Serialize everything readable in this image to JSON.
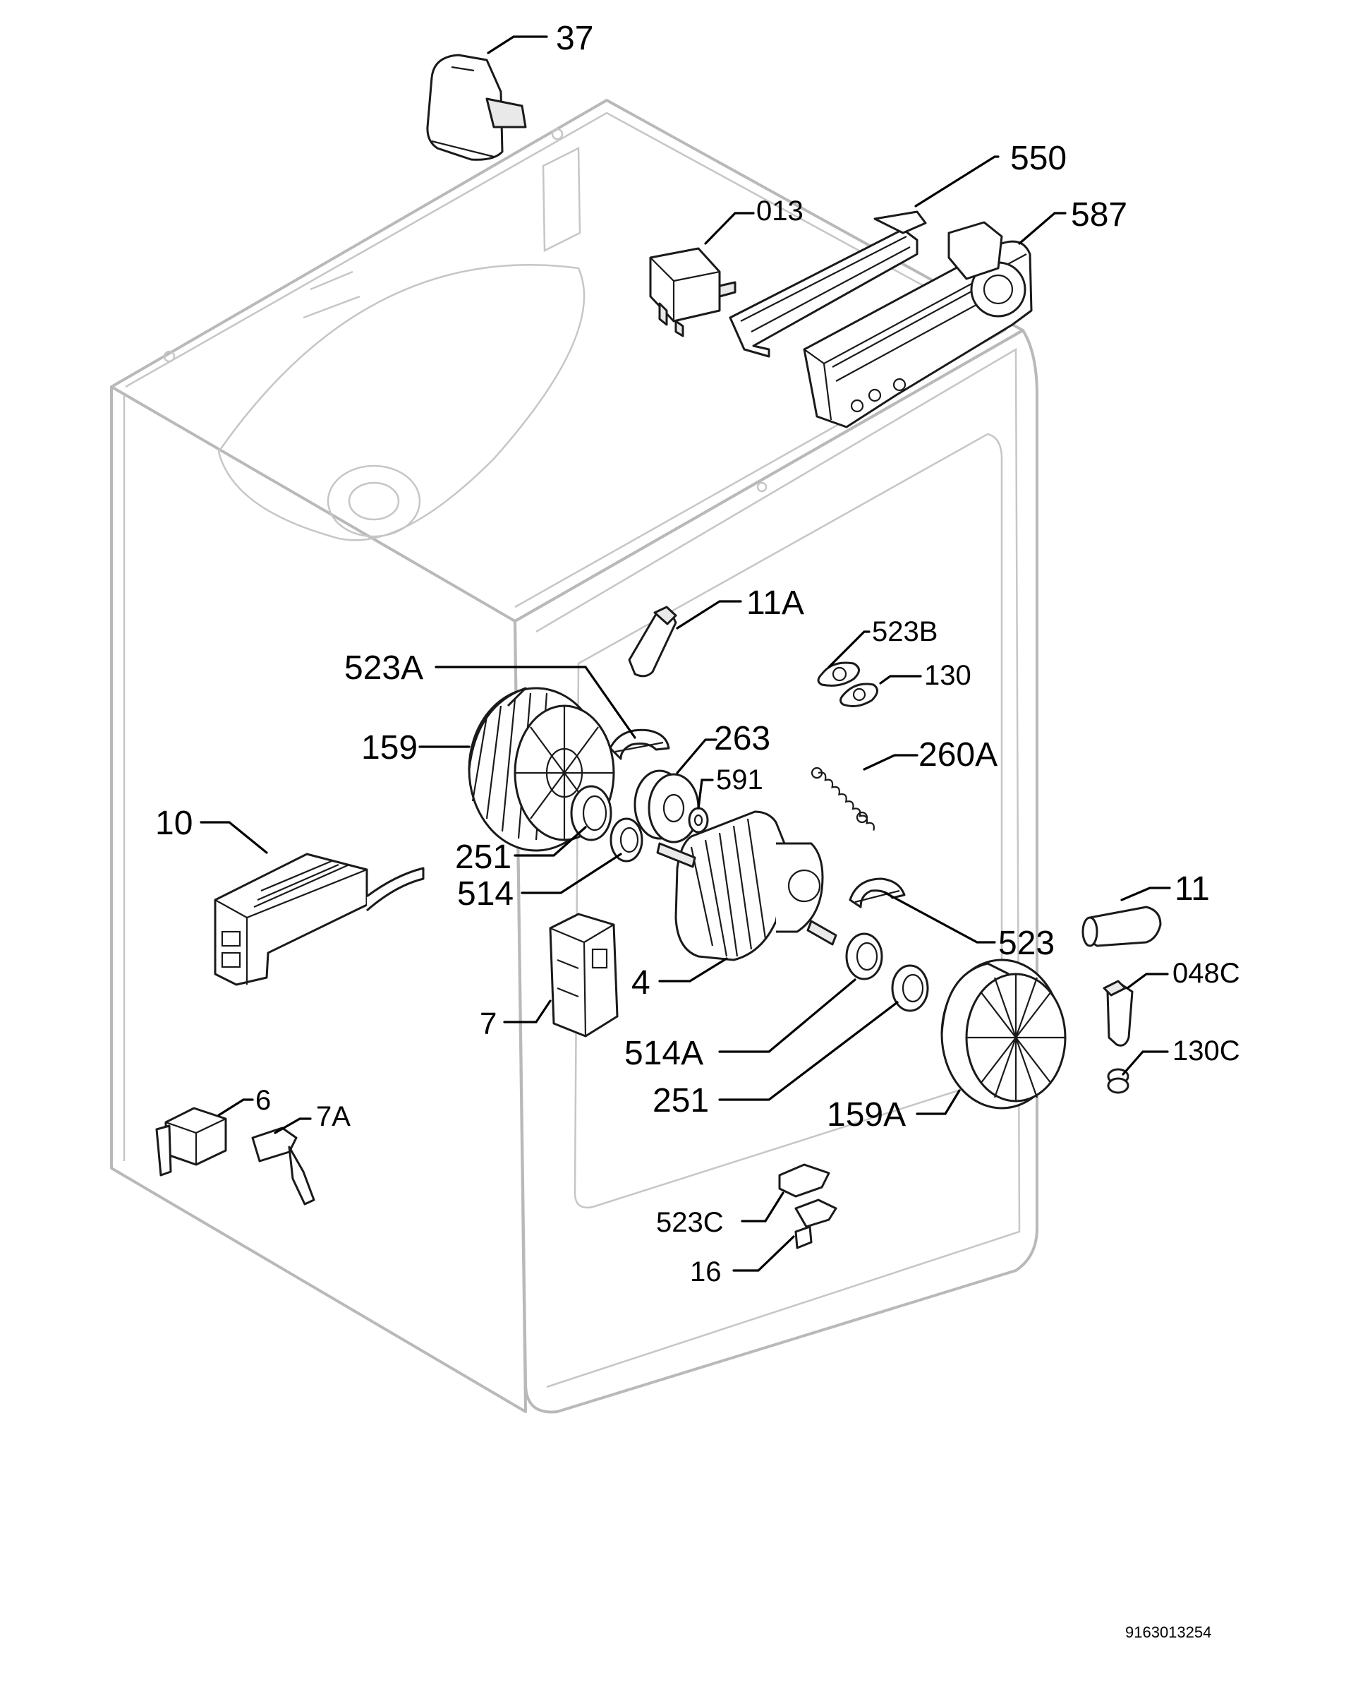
{
  "callouts": {
    "c37": "37",
    "c550": "550",
    "c013": "013",
    "c587": "587",
    "c11A": "11A",
    "c523B": "523B",
    "c130": "130",
    "c523A": "523A",
    "c263": "263",
    "c159": "159",
    "c591": "591",
    "c260A": "260A",
    "c10": "10",
    "c251a": "251",
    "c514": "514",
    "c11": "11",
    "c523": "523",
    "c4": "4",
    "c048C": "048C",
    "c7": "7",
    "c130C": "130C",
    "c514A": "514A",
    "c251b": "251",
    "c159A": "159A",
    "c6": "6",
    "c7A": "7A",
    "c523C": "523C",
    "c16": "16"
  },
  "document_number": "9163013254"
}
